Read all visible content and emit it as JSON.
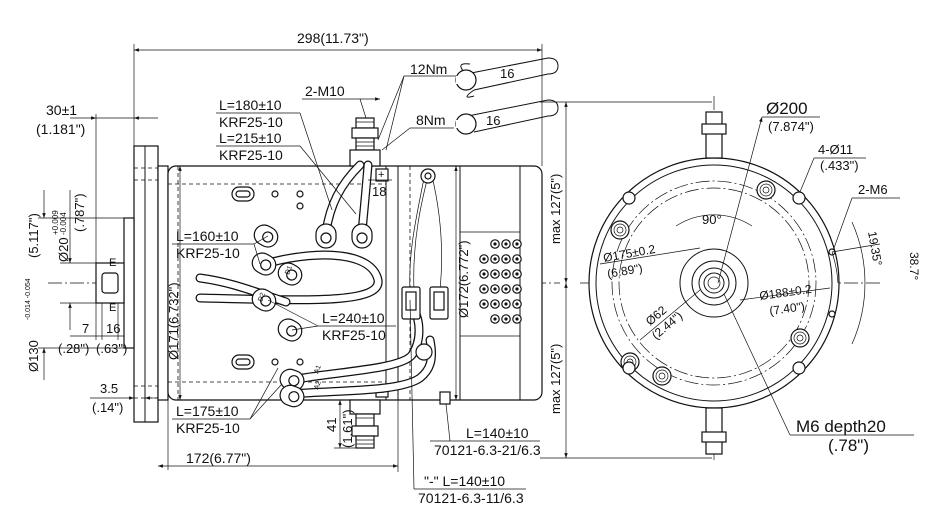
{
  "dimensions": {
    "overall_length": "298(11.73\")",
    "flange_thickness": "30±1",
    "flange_thickness_in": "(1.181\")",
    "shaft_dia": "Ø20",
    "shaft_tol_upper": "+0.009",
    "shaft_tol_lower": "-0.004",
    "shaft_dia_in": "(.787\")",
    "pilot_dia": "Ø130",
    "pilot_tol": "-0.014 -0.054",
    "pilot_dia_in": "(5.117\")",
    "key_7": "7",
    "key_7_in": "(.28\")",
    "key_16": "16",
    "key_16_in": "(.63\")",
    "flange_gap": "3.5",
    "flange_gap_in": "(.14\")",
    "body_length": "172(6.77\")",
    "body_dia_171": "Ø171(6.732\")",
    "body_dia_172": "Ø172(6.772\")",
    "stud_41": "41",
    "stud_41_in": "(1.61\")",
    "terminal_18": "18",
    "max_127_top": "max 127(5\")",
    "max_127_bottom": "max 127(5\")",
    "d200": "Ø200",
    "d200_in": "(7.874\")",
    "holes_4": "4-Ø11",
    "holes_4_in": "(.433\")",
    "m6_2": "2-M6",
    "angle_90": "90°",
    "angle_19": "19.35°",
    "angle_38": "38.7°",
    "pcd_175": "Ø175±0.2",
    "pcd_175_in": "(6.89\")",
    "pcd_188": "Ø188±0.2",
    "pcd_188_in": "(7.40\")",
    "d62": "Ø62",
    "d62_in": "(2.44\")",
    "m6_depth": "M6 depth20",
    "m6_depth_in": "(.78\")",
    "m10": "2-M10"
  },
  "torques": {
    "t12": "12Nm",
    "t12_wrench": "16",
    "t8": "8Nm",
    "t8_wrench": "16"
  },
  "cables": {
    "c180_len": "L=180±10",
    "c180_type": "KRF25-10",
    "c215_len": "L=215±10",
    "c215_type": "KRF25-10",
    "c160_len": "L=160±10",
    "c160_type": "KRF25-10",
    "c240_len": "L=240±10",
    "c240_type": "KRF25-10",
    "c175_len": "L=175±10",
    "c175_type": "KRF25-10",
    "w140a_len": "L=140±10",
    "w140a_type": "70121-6.3-21/6.3",
    "w140b_len": "\"-\" L=140±10",
    "w140b_type": "70121-6.3-11/6.3"
  },
  "markings": {
    "plus": "+",
    "minus": "−",
    "e_mark": "E",
    "lug_d1": "D1",
    "lug_d2": "D2",
    "lug_a1": "A1",
    "lug_a2": "A2"
  }
}
